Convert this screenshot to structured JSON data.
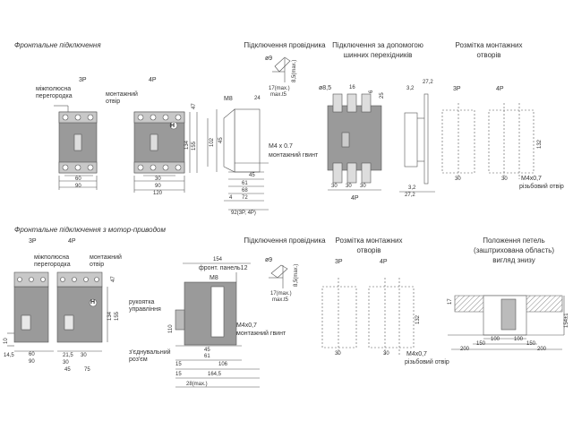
{
  "sections": {
    "front_connection": "Фронтальне підключення",
    "wire_connection_top": "Підключення провідника",
    "busbar_connection_line1": "Підключення за допомогою",
    "busbar_connection_line2": "шинних перехідників",
    "mounting_layout_top_line1": "Розмітка монтажних",
    "mounting_layout_top_line2": "отворів",
    "front_connection_motor": "Фронтальне підключення з мотор-приводом",
    "wire_connection_bottom": "Підключення провідника",
    "mounting_layout_bottom_line1": "Розмітка монтажних",
    "mounting_layout_bottom_line2": "отворів",
    "handle_position_line1": "Положення петель",
    "handle_position_line2": "(заштрихована область)",
    "handle_position_line3": "вигляд знизу"
  },
  "labels": {
    "poles_3p": "3P",
    "poles_4p": "4P",
    "interpole_barrier_1": "міжполюсна",
    "interpole_barrier_2": "перегородка",
    "mounting_hole_1": "монтажний",
    "mounting_hole_2": "отвір",
    "mounting_screw": "монтажний гвинт",
    "m4x07": "M4 x 0.7",
    "m4x07_b": "M4x0,7",
    "m8": "M8",
    "m8_b": "M8",
    "threaded_hole": "різьбовий отвір",
    "front_panel": "фронт. панель12",
    "handle_1": "рукоятка",
    "handle_2": "управління",
    "connector_1": "з'єднувальний",
    "connector_2": "роз'єм",
    "max17": "17(max.)",
    "max_t5": "max.t5",
    "max8_5": "8,5(max.)",
    "phi9": "ø9",
    "phi8_5": "ø8,5",
    "h_symbol": "H"
  },
  "dimensions": {
    "d60": "60",
    "d90": "90",
    "d30": "30",
    "d120": "120",
    "d47": "47",
    "d134": "134",
    "d155": "155",
    "d102": "102",
    "d45": "45",
    "d24": "24",
    "d61": "61",
    "d68": "68",
    "d72": "72",
    "d4": "4",
    "d92": "92(3P, 4P)",
    "d16": "16",
    "d25": "25",
    "d6": "6",
    "d3_2": "3,2",
    "d27_2": "27,2",
    "d132": "132",
    "d75": "75",
    "d14_5": "14,5",
    "d21_5": "21,5",
    "d154": "154",
    "d110": "110",
    "d106": "106",
    "d164_5": "164,5",
    "d28max": "28(max.)",
    "d15": "15",
    "d100": "100",
    "d150": "150",
    "d200": "200",
    "d154pm1": "154±1",
    "d17": "17",
    "d10": "10"
  }
}
